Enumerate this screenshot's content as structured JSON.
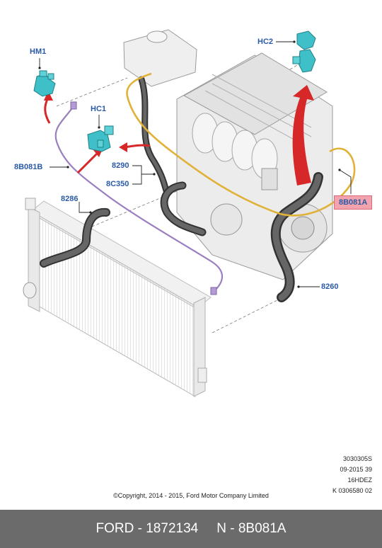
{
  "callouts": {
    "hm1": "HM1",
    "hc1": "HC1",
    "hc2": "HC2",
    "p8b081b": "8B081B",
    "p8290": "8290",
    "p8c350": "8C350",
    "p8286": "8286",
    "p8b081a": "8B081A",
    "p8260": "8260"
  },
  "meta": {
    "line1": "3030305S",
    "line2": "09-2015 39",
    "line3": "16HDEZ",
    "line4": "K 0306580 02"
  },
  "copyright": "©Copyright, 2014 - 2015, Ford Motor Company Limited",
  "footer": {
    "part": "FORD - 1872134",
    "number": "N - 8B081A"
  },
  "colors": {
    "callout_text": "#2a5aa6",
    "highlight_fill": "#f2a3ad",
    "purple_pipe": "#9a7fc0",
    "yellow_pipe": "#e0b23a",
    "red_arrow": "#d62828",
    "clip_teal": "#3fc0c8",
    "footer_bg": "#6b6b6b"
  }
}
